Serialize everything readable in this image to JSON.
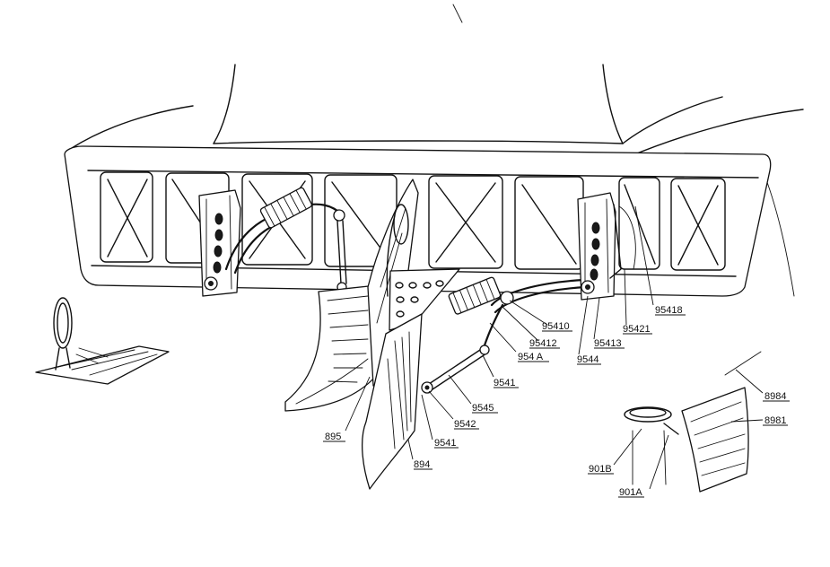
{
  "callouts": [
    {
      "id": "c-95410",
      "text": "95410"
    },
    {
      "id": "c-95412",
      "text": "95412"
    },
    {
      "id": "c-954A",
      "text": "954 A"
    },
    {
      "id": "c-9541a",
      "text": "9541"
    },
    {
      "id": "c-9545",
      "text": "9545"
    },
    {
      "id": "c-9542",
      "text": "9542"
    },
    {
      "id": "c-9541b",
      "text": "9541"
    },
    {
      "id": "c-895",
      "text": "895"
    },
    {
      "id": "c-894",
      "text": "894"
    },
    {
      "id": "c-9544",
      "text": "9544"
    },
    {
      "id": "c-95413",
      "text": "95413"
    },
    {
      "id": "c-95421",
      "text": "95421"
    },
    {
      "id": "c-95418",
      "text": "95418"
    },
    {
      "id": "c-8984",
      "text": "8984"
    },
    {
      "id": "c-8981",
      "text": "8981"
    },
    {
      "id": "c-901B",
      "text": "901B"
    },
    {
      "id": "c-901A",
      "text": "901A"
    }
  ]
}
